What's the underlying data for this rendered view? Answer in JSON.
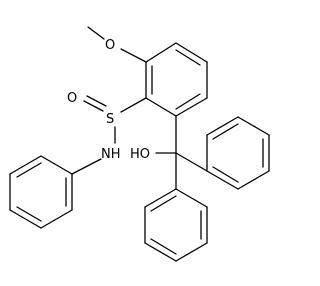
{
  "molecule": {
    "atom_labels": {
      "methoxy_oxygen": "O",
      "sulfinyl_oxygen": "O",
      "sulfur": "S",
      "amine": "NH",
      "hydroxyl": "HO"
    },
    "colors": {
      "bond": "#000000",
      "label": "#000000",
      "background": "#ffffff"
    }
  }
}
